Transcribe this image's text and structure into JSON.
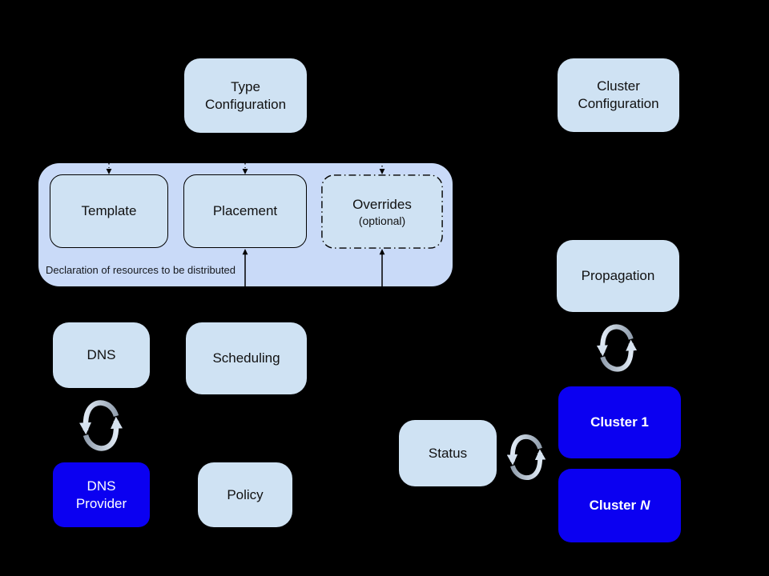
{
  "background": "#000000",
  "palette": {
    "light_box_fill": "#cfe2f3",
    "container_fill": "#c9daf8",
    "blue_box_fill": "#0b00f1",
    "box_text": "#111111",
    "blue_box_text": "#ffffff",
    "connector_line": "#000000",
    "sync_arrow_dark": "#93a0af",
    "sync_arrow_light": "#dbe6f2"
  },
  "nodes": {
    "type_configuration": {
      "line1": "Type",
      "line2": "Configuration"
    },
    "cluster_configuration": {
      "line1": "Cluster",
      "line2": "Configuration"
    },
    "template": {
      "label": "Template"
    },
    "placement": {
      "label": "Placement"
    },
    "overrides": {
      "label": "Overrides",
      "sublabel": "(optional)"
    },
    "declaration_caption": "Declaration of resources to be distributed",
    "dns": {
      "label": "DNS"
    },
    "scheduling": {
      "label": "Scheduling"
    },
    "dns_provider": {
      "line1": "DNS",
      "line2": "Provider"
    },
    "policy": {
      "label": "Policy"
    },
    "propagation": {
      "label": "Propagation"
    },
    "status": {
      "label": "Status"
    },
    "cluster_1": {
      "label": "Cluster 1"
    },
    "cluster_n": {
      "prefix": "Cluster",
      "suffix": "N"
    }
  },
  "icons": [
    {
      "name": "sync-icon",
      "meaning": "bidirectional sync between DNS and DNS Provider"
    },
    {
      "name": "sync-icon",
      "meaning": "bidirectional sync between Propagation and Cluster 1"
    },
    {
      "name": "sync-icon",
      "meaning": "bidirectional sync between Status and Cluster 1"
    }
  ],
  "connections": [
    {
      "from": "type_configuration",
      "to": "template",
      "style": "dashed-arrow"
    },
    {
      "from": "type_configuration",
      "to": "placement",
      "style": "dashed-arrow"
    },
    {
      "from": "above",
      "to": "overrides",
      "style": "dash-dot-arrow"
    },
    {
      "from": "scheduling",
      "to": "placement",
      "style": "solid-arrow"
    },
    {
      "from": "policy",
      "to": "overrides",
      "style": "solid-arrow"
    }
  ]
}
